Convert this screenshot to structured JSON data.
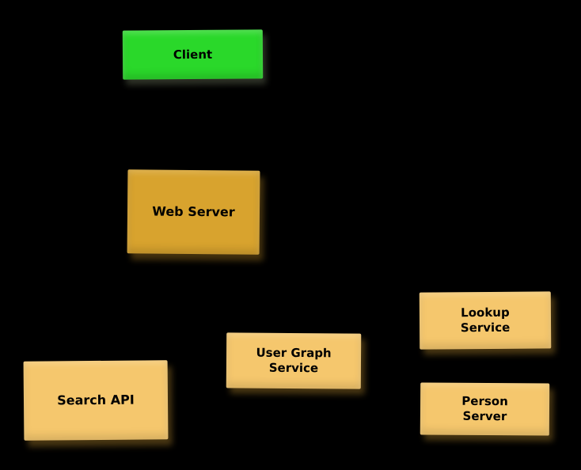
{
  "diagram": {
    "background": "#000000",
    "nodes": [
      {
        "id": "client",
        "label": "Client",
        "fill": "#2ad82a"
      },
      {
        "id": "web-server",
        "label": "Web Server",
        "fill": "#d8a32e"
      },
      {
        "id": "search-api",
        "label": "Search API",
        "fill": "#f5c76d"
      },
      {
        "id": "user-graph-service",
        "label": "User Graph\nService",
        "fill": "#f5c76d"
      },
      {
        "id": "lookup-service",
        "label": "Lookup\nService",
        "fill": "#f5c76d"
      },
      {
        "id": "person-server",
        "label": "Person\nServer",
        "fill": "#f5c76d"
      }
    ]
  }
}
